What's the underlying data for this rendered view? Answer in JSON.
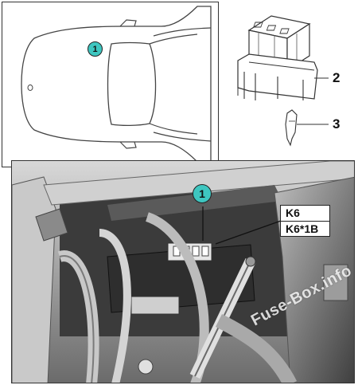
{
  "car_view": {
    "callout": "1"
  },
  "relay_parts": {
    "callouts": [
      "2",
      "3"
    ]
  },
  "photo": {
    "callout": "1",
    "relay_labels": [
      "K6",
      "K6*1B"
    ]
  },
  "watermark": "Fuse-Box.info",
  "colors": {
    "callout_fill": "#3ec6c0",
    "outline": "#333333"
  }
}
